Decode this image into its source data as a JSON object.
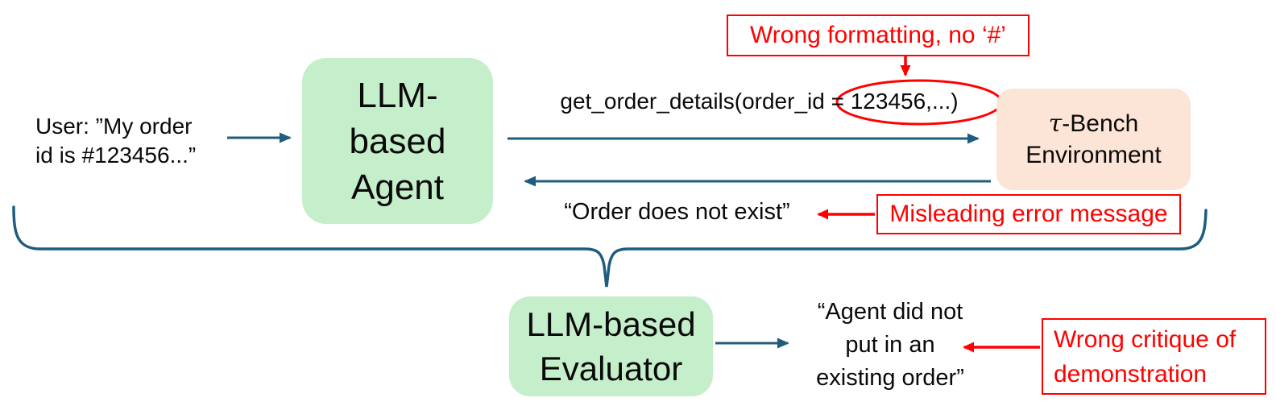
{
  "colors": {
    "arrow": "#1f5c7d",
    "box_green": "#c5eecb",
    "box_peach": "#fce4d6",
    "annotation_red": "#ff0000",
    "text": "#0a0a0a"
  },
  "user_message": {
    "line1": "User: ”My order",
    "line2": "id is #123456...”"
  },
  "agent_box": {
    "line1": "LLM-",
    "line2": "based",
    "line3": "Agent"
  },
  "tool_call": {
    "text": "get_order_details(order_id = 123456,...)"
  },
  "env_box": {
    "tau": "τ",
    "line1_rest": "-Bench",
    "line2": "Environment"
  },
  "env_response": {
    "text": "“Order does not exist”"
  },
  "evaluator_box": {
    "line1": "LLM-based",
    "line2": "Evaluator"
  },
  "evaluator_output": {
    "line1": "“Agent did not",
    "line2": "put in an",
    "line3": "existing order”"
  },
  "annotations": {
    "formatting": {
      "text": "Wrong formatting, no ‘#’"
    },
    "misleading": {
      "text": "Misleading error message"
    },
    "critique": {
      "line1": "Wrong critique of",
      "line2": "demonstration"
    }
  }
}
